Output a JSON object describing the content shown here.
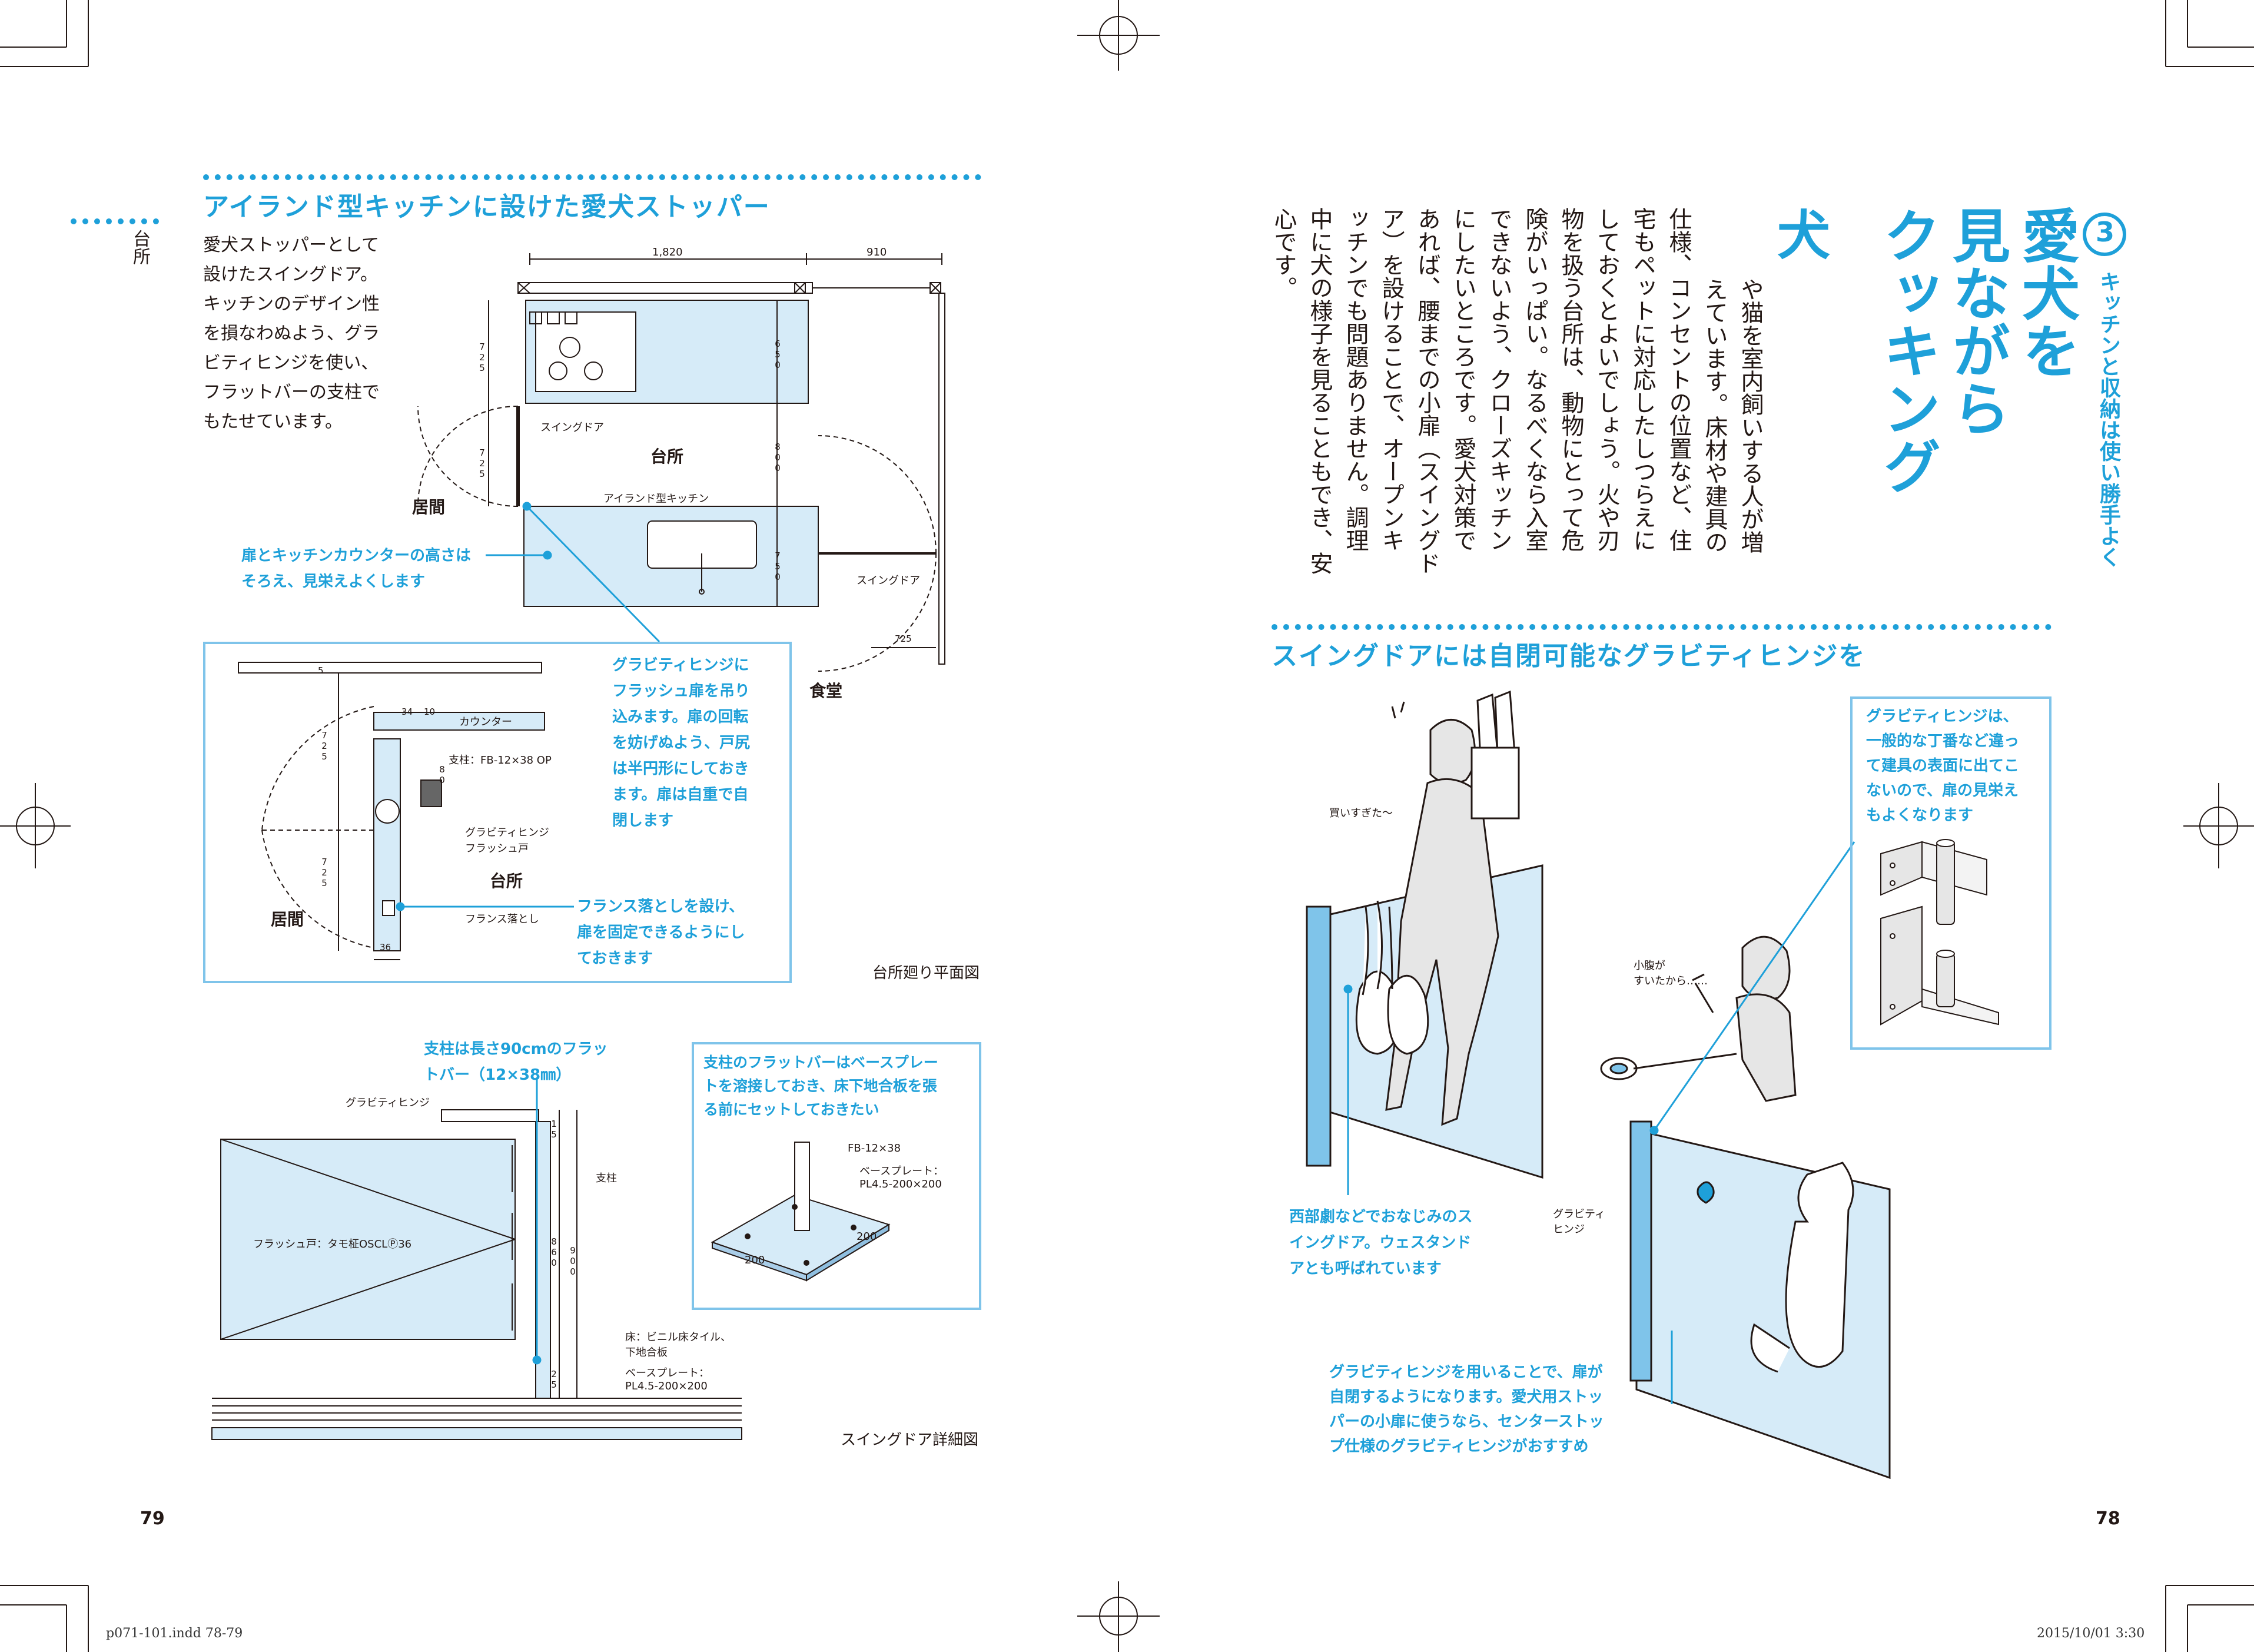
{
  "left_page": {
    "page_number": "79",
    "section_label": "台所",
    "heading1": "アイランド型キッチンに設けた愛犬ストッパー",
    "intro_lines": [
      "愛犬ストッパーとして",
      "設けたスイングドア。",
      "キッチンのデザイン性",
      "を損なわぬよう、グラ",
      "ビティヒンジを使い、",
      "フラットバーの支柱で",
      "もたせています。"
    ],
    "plan": {
      "dims": [
        "1,820",
        "910",
        "725",
        "725",
        "650",
        "800",
        "750",
        "725"
      ],
      "label_swing_door_1": "スイングドア",
      "label_kitchen": "台所",
      "label_island": "アイランド型キッチン",
      "label_living": "居間",
      "label_swing_door_2": "スイングドア",
      "label_dining": "食堂",
      "callout_counter_lines": [
        "扉とキッチンカウンターの高さは",
        "そろえ、見栄えよくします"
      ],
      "caption": "台所廻り平面図"
    },
    "inset": {
      "dims": [
        "5",
        "34",
        "10",
        "725",
        "80",
        "725",
        "36"
      ],
      "label_counter": "カウンター",
      "label_post": "支柱：FB-12×38 OP",
      "label_hinge": "グラビティヒンジ",
      "label_flush": "フラッシュ戸",
      "label_kitchen": "台所",
      "label_living": "居間",
      "label_bolt": "フランス落とし",
      "callout_hinge_lines": [
        "グラビティヒンジに",
        "フラッシュ扉を吊り",
        "込みます。扉の回転",
        "を妨げぬよう、戸尻",
        "は半円形にしておき",
        "ます。扉は自重で自",
        "閉します"
      ],
      "callout_bolt_lines": [
        "フランス落としを設け、",
        "扉を固定できるようにし",
        "ておきます"
      ]
    },
    "detail": {
      "callout_post_lines": [
        "支柱は長さ90cmのフラッ",
        "トバー（12×38㎜）"
      ],
      "label_hinge": "グラビティヒンジ",
      "label_post": "支柱",
      "label_flush": "フラッシュ戸：タモ柾OSCLⓅ36",
      "label_floor_lines": [
        "床：ビニル床タイル、",
        "下地合板"
      ],
      "label_base_lines": [
        "ベースプレート：",
        "PL4.5-200×200"
      ],
      "dims": [
        "15",
        "860",
        "900",
        "25"
      ],
      "callout_box_lines": [
        "支柱のフラットバーはベースプレー",
        "トを溶接しておき、床下地合板を張",
        "る前にセットしておきたい"
      ],
      "box_label_fb": "FB-12×38",
      "box_label_base_lines": [
        "ベースプレート：",
        "PL4.5-200×200"
      ],
      "box_dims": [
        "200",
        "200"
      ],
      "caption": "スイングドア詳細図"
    }
  },
  "right_page": {
    "page_number": "78",
    "badge_number": "3",
    "subtitle": "キッチンと収納は使い勝手よく",
    "title_lines": [
      "愛犬を",
      "見ながら",
      "クッキング"
    ],
    "drop_cap": "犬",
    "body_columns": [
      "や猫を室内飼いする人が増",
      "えています。床材や建具の",
      "仕様、コンセントの位置など、住",
      "宅もペットに対応したしつらえに",
      "しておくとよいでしょう。火や刃",
      "物を扱う台所は、動物にとって危",
      "険がいっぱい。なるべくなら入室",
      "できないよう、クローズキッチン",
      "にしたいところです。愛犬対策で",
      "あれば、腰までの小扉（スイングド",
      "ア）を設けることで、オープンキ",
      "ッチンでも問題ありません。調理",
      "中に犬の様子を見ることもでき、安",
      "心です。"
    ],
    "heading2": "スイングドアには自閉可能なグラビティヒンジを",
    "speech_shopper": "買いすぎた〜",
    "speech_cook_lines": [
      "小腹が",
      "すいたから……"
    ],
    "label_hinge_lines": [
      "グラビティ",
      "ヒンジ"
    ],
    "callout_western_lines": [
      "西部劇などでおなじみのス",
      "イングドア。ウェスタンド",
      "アとも呼ばれています"
    ],
    "callout_hinge_box_lines": [
      "グラビティヒンジは、",
      "一般的な丁番など違っ",
      "て建具の表面に出てこ",
      "ないので、扉の見栄え",
      "もよくなります"
    ],
    "callout_bottom_lines": [
      "グラビティヒンジを用いることで、扉が",
      "自閉するようになります。愛犬用ストッ",
      "パーの小扉に使うなら、センターストッ",
      "プ仕様のグラビティヒンジがおすすめ"
    ]
  },
  "slug": {
    "file": "p071-101.indd   78-79",
    "timestamp": "2015/10/01   3:30"
  },
  "colors": {
    "accent": "#1ea0d9",
    "fill": "#d6ebf8",
    "ink": "#231815"
  }
}
